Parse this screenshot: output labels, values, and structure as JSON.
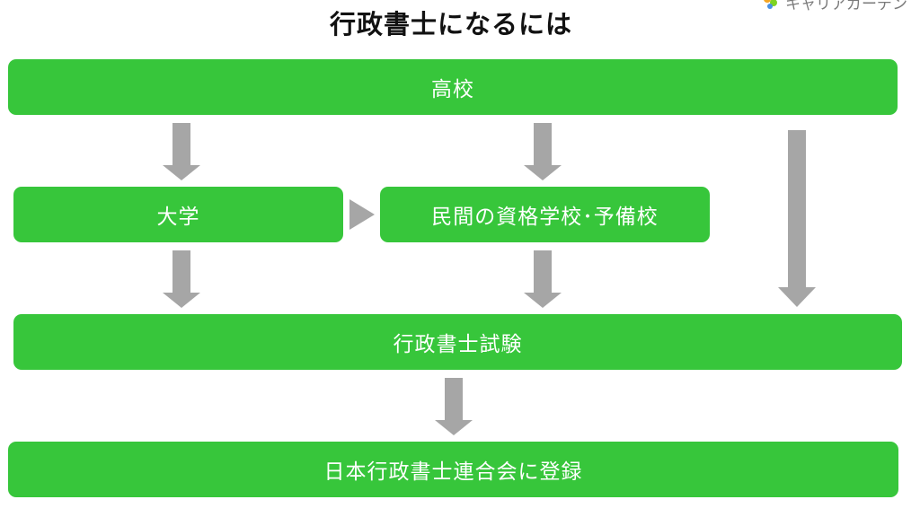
{
  "title": "行政書士になるには",
  "logo": {
    "text": "キャリアガーデン"
  },
  "nodes": {
    "high_school": "高校",
    "university": "大学",
    "private_school": "民間の資格学校･予備校",
    "exam": "行政書士試験",
    "registration": "日本行政書士連合会に登録"
  },
  "colors": {
    "node_fill": "#37c63b",
    "node_text": "#ffffff",
    "arrow": "#a6a6a6",
    "title": "#111111"
  },
  "icons": {
    "arrow_down": "arrow-down-icon",
    "arrow_right": "arrow-right-icon"
  }
}
